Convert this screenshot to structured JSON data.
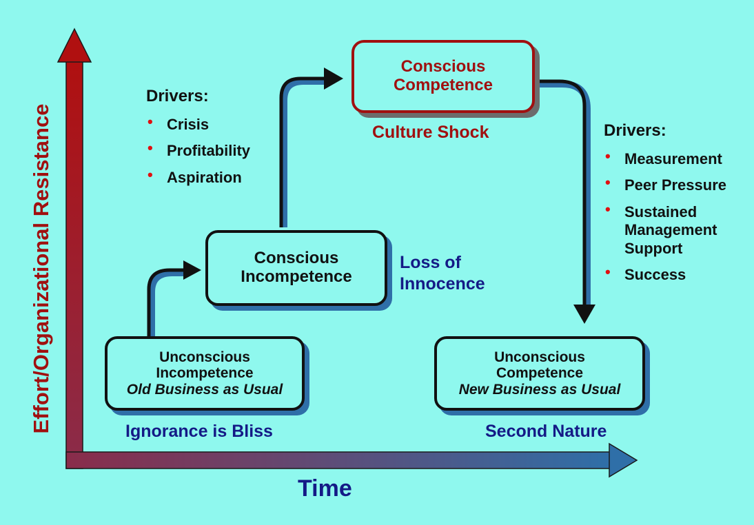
{
  "axes": {
    "x_label": "Time",
    "y_label": "Effort/Organizational Resistance"
  },
  "stages": {
    "unconscious_incompetence": {
      "line1": "Unconscious",
      "line2": "Incompetence",
      "subtitle": "Old Business as Usual",
      "caption": "Ignorance is Bliss"
    },
    "conscious_incompetence": {
      "line1": "Conscious",
      "line2": "Incompetence",
      "caption_line1": "Loss of",
      "caption_line2": "Innocence"
    },
    "conscious_competence": {
      "line1": "Conscious",
      "line2": "Competence",
      "caption": "Culture Shock"
    },
    "unconscious_competence": {
      "line1": "Unconscious",
      "line2": "Competence",
      "subtitle": "New Business as Usual",
      "caption": "Second Nature"
    }
  },
  "drivers_left": {
    "heading": "Drivers:",
    "items": [
      "Crisis",
      "Profitability",
      "Aspiration"
    ]
  },
  "drivers_right": {
    "heading": "Drivers:",
    "items": [
      "Measurement",
      "Peer Pressure",
      "Sustained Management Support",
      "Success"
    ]
  },
  "colors": {
    "background": "#8ff8ee",
    "axis_red": "#a01010",
    "axis_blue": "#2f6fa8",
    "caption_blue": "#141a86",
    "bullet_red": "#e01010"
  }
}
